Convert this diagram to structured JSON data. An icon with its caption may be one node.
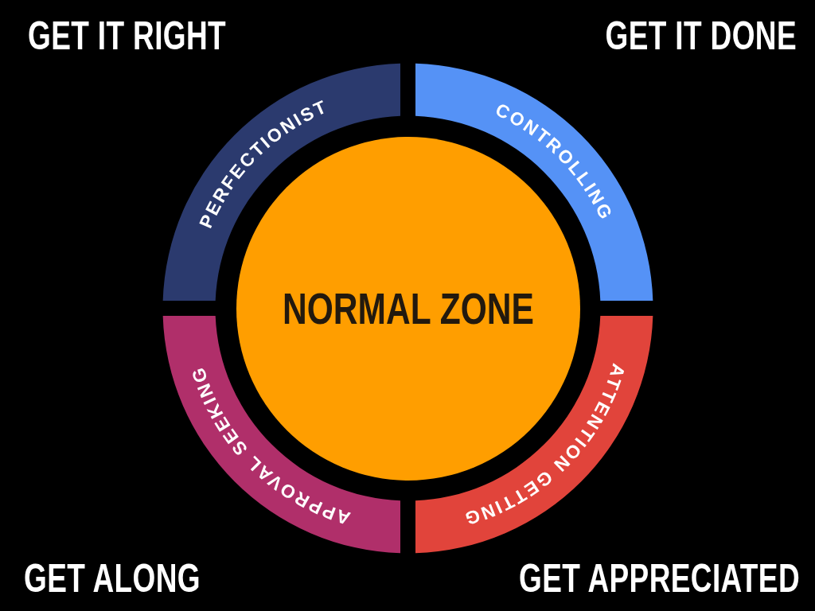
{
  "diagram": {
    "nodes": [
      {
        "text": [
          "PERFECTIONIST"
        ]
      },
      {
        "text": [
          "CONTROLLING"
        ]
      },
      {
        "text": [
          "NORMAL ZONE"
        ]
      },
      {
        "text": [
          "APPROVAL SEEKING"
        ]
      },
      {
        "text": [
          "ATTENTION GETTING"
        ]
      }
    ],
    "labels": [
      "GET IT RIGHT",
      "GET IT DONE",
      "GET ALONG",
      "GET APPRECIATED"
    ]
  }
}
